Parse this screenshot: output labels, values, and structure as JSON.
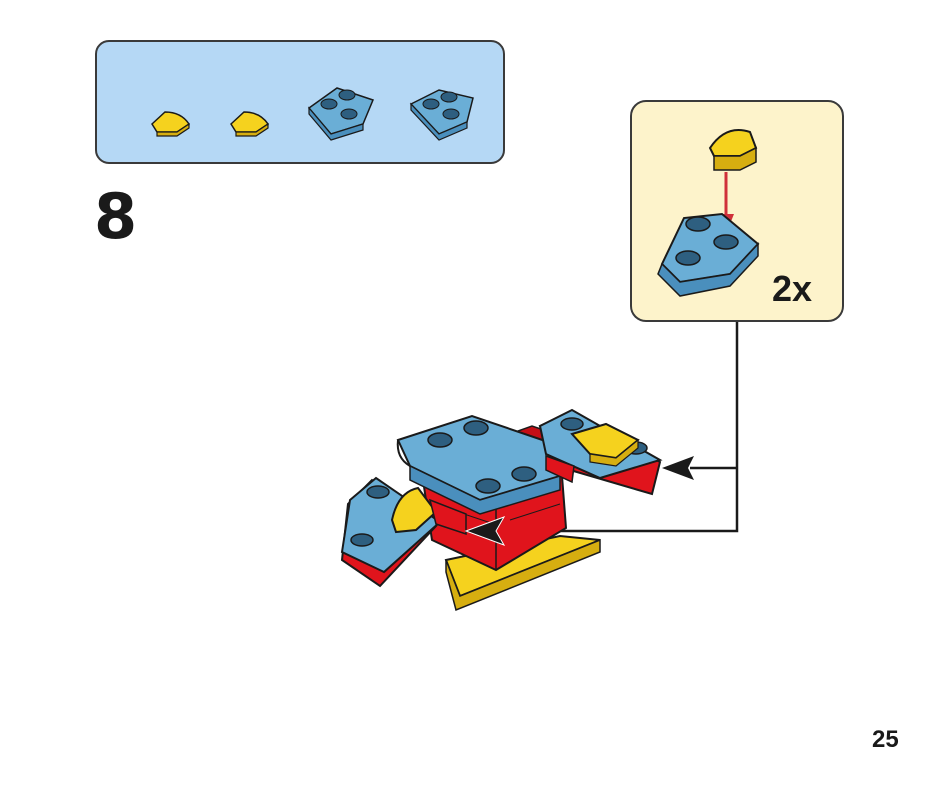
{
  "step": {
    "number": "8",
    "page_number": "25"
  },
  "parts_list": {
    "items": [
      {
        "piece": "yellow-curved-tile",
        "color": "#f5d21e"
      },
      {
        "piece": "yellow-curved-tile",
        "color": "#f5d21e"
      },
      {
        "piece": "blue-wedge-plate",
        "color": "#6aaed6"
      },
      {
        "piece": "blue-wedge-plate",
        "color": "#6aaed6"
      }
    ],
    "background": "#b5d8f5"
  },
  "sub_assembly": {
    "multiplier": "2x",
    "background": "#fdf3cb",
    "arrow_color": "#d0303a"
  },
  "colors": {
    "red": "#e0141c",
    "blue": "#6aaed6",
    "yellow": "#f5d21e",
    "outline": "#1a1a1a"
  }
}
